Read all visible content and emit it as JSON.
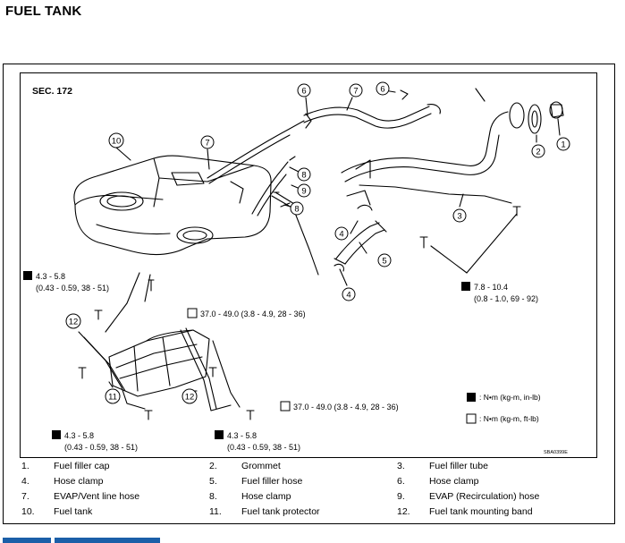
{
  "title": "FUEL TANK",
  "diagram": {
    "section": "SEC. 172",
    "callouts": [
      "1",
      "2",
      "3",
      "4",
      "5",
      "6",
      "7",
      "8",
      "9",
      "10",
      "11",
      "12"
    ],
    "torques": {
      "t1_line1": "4.3 - 5.8",
      "t1_line2": "(0.43 - 0.59, 38 - 51)",
      "t2": "37.0 - 49.0 (3.8 - 4.9, 28 - 36)",
      "t3": "37.0 - 49.0 (3.8 - 4.9, 28 - 36)",
      "t4_line1": "7.8 - 10.4",
      "t4_line2": "(0.8 - 1.0, 69 - 92)",
      "t5_line1": "4.3 - 5.8",
      "t5_line2": "(0.43 - 0.59, 38 - 51)",
      "t6_line1": "4.3 - 5.8",
      "t6_line2": "(0.43 - 0.59, 38 - 51)"
    },
    "units_legend": [
      ": N•m (kg-m, in-lb)",
      ": N•m (kg-m, ft-lb)"
    ],
    "figure_code": "SBA0399E"
  },
  "parts": [
    {
      "num": "1.",
      "name": "Fuel filler cap"
    },
    {
      "num": "2.",
      "name": "Grommet"
    },
    {
      "num": "3.",
      "name": "Fuel filler tube"
    },
    {
      "num": "4.",
      "name": "Hose clamp"
    },
    {
      "num": "5.",
      "name": "Fuel filler hose"
    },
    {
      "num": "6.",
      "name": "Hose clamp"
    },
    {
      "num": "7.",
      "name": "EVAP/Vent line hose"
    },
    {
      "num": "8.",
      "name": "Hose clamp"
    },
    {
      "num": "9.",
      "name": "EVAP (Recirculation) hose"
    },
    {
      "num": "10.",
      "name": "Fuel tank"
    },
    {
      "num": "11.",
      "name": "Fuel tank protector"
    },
    {
      "num": "12.",
      "name": "Fuel tank mounting band"
    }
  ]
}
